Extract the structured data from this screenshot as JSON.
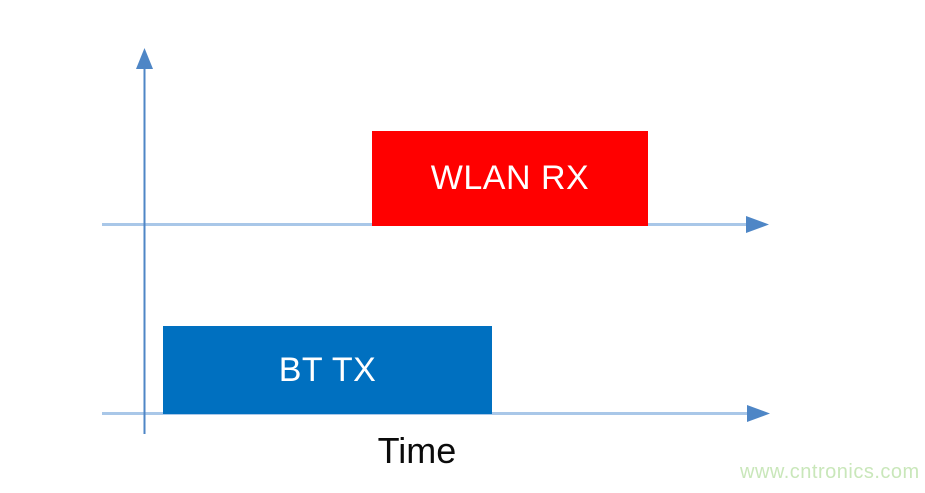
{
  "diagram": {
    "type": "timing-diagram",
    "x_axis_label": "Time",
    "axis_colors": {
      "arrow_and_vertical_line": "#4E86C6",
      "horizontal_line": "#A9C7E8"
    },
    "axes": [
      {
        "name": "y-axis",
        "orientation": "vertical",
        "arrow": "up"
      },
      {
        "name": "wlan-time-axis",
        "orientation": "horizontal",
        "arrow": "right"
      },
      {
        "name": "bt-time-axis",
        "orientation": "horizontal",
        "arrow": "right"
      }
    ],
    "bars": [
      {
        "id": "wlan-rx",
        "label": "WLAN RX",
        "color": "#FF0000",
        "text_color": "#FFFFFF",
        "row": "upper",
        "timing": "starts after BT TX begins, ends after BT TX ends"
      },
      {
        "id": "bt-tx",
        "label": "BT TX",
        "color": "#0070C0",
        "text_color": "#FFFFFF",
        "row": "lower",
        "timing": "starts first, overlaps WLAN RX"
      }
    ]
  },
  "watermark": {
    "text": "www.cntronics.com",
    "color": "#C9E7BA"
  }
}
